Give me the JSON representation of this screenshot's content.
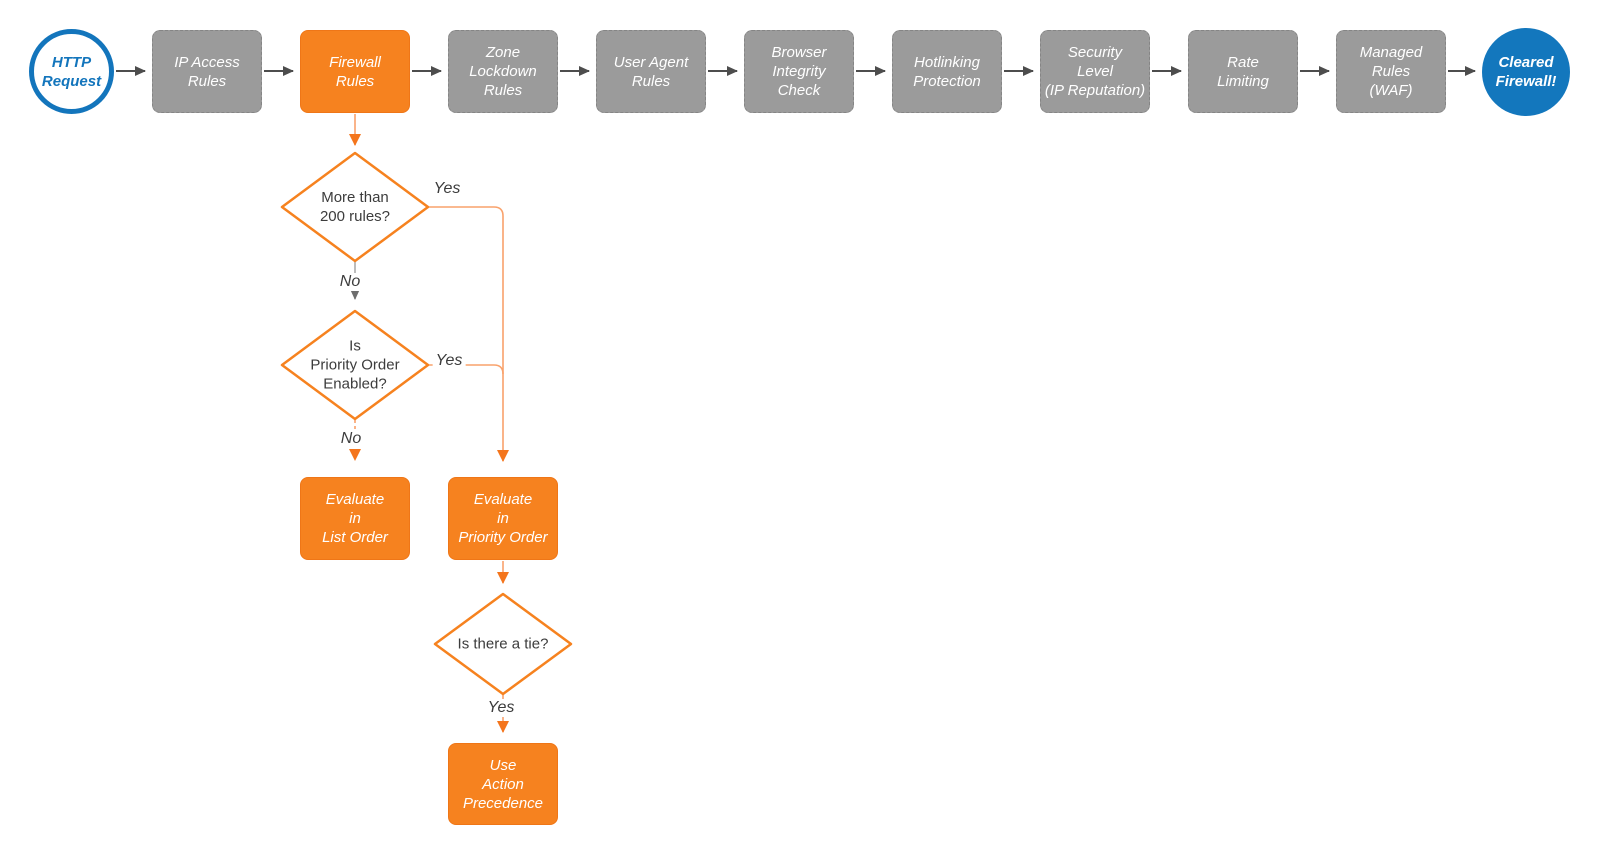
{
  "colors": {
    "accent_orange": "#F6821F",
    "accent_blue": "#1375BC",
    "stage_gray": "#9B9B9B",
    "connector_orange": "#F9A26C",
    "connector_gray": "#4D4D4D"
  },
  "start_node": {
    "label": "HTTP\nRequest"
  },
  "end_node": {
    "label": "Cleared\nFirewall!"
  },
  "pipeline": [
    {
      "label": "IP Access\nRules"
    },
    {
      "label": "Firewall\nRules"
    },
    {
      "label": "Zone\nLockdown\nRules"
    },
    {
      "label": "User Agent\nRules"
    },
    {
      "label": "Browser\nIntegrity\nCheck"
    },
    {
      "label": "Hotlinking\nProtection"
    },
    {
      "label": "Security\nLevel\n(IP Reputation)"
    },
    {
      "label": "Rate\nLimiting"
    },
    {
      "label": "Managed\nRules\n(WAF)"
    }
  ],
  "branch": {
    "decision_more_rules": {
      "label": "More than\n200 rules?",
      "yes": "Yes",
      "no": "No"
    },
    "decision_priority_enabled": {
      "label": "Is\nPriority Order\nEnabled?",
      "yes": "Yes",
      "no": "No"
    },
    "action_list_order": {
      "label": "Evaluate\nin\nList Order"
    },
    "action_priority_order": {
      "label": "Evaluate\nin\nPriority Order"
    },
    "decision_tie": {
      "label": "Is there a tie?",
      "yes": "Yes"
    },
    "action_precedence": {
      "label": "Use\nAction\nPrecedence"
    }
  }
}
